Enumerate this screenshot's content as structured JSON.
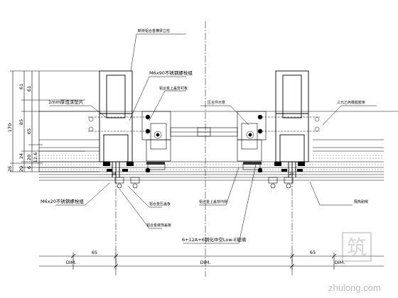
{
  "dimensions": {
    "vertical_outer": [
      "170",
      "26"
    ],
    "vertical_inner": [
      "61",
      "85",
      "24",
      "20"
    ],
    "vertical_segments": [
      "61",
      "65",
      "20",
      "12.6",
      "6"
    ],
    "horizontal_bottom": [
      "65",
      "65"
    ],
    "dim_labels": [
      "DIM.",
      "DIM.",
      "DIM."
    ],
    "small_marks": [
      "28",
      "28"
    ]
  },
  "callouts": {
    "top_center": "断桥铝合金横梁立柱",
    "m6x90": "M6x90不锈钢螺栓组",
    "alu_strip": "铝合金上盖背衬板",
    "pad_1mm": "1mm厚泡沫垫片",
    "top_right_a": "压合件示意",
    "top_right_b": "三元乙丙橡胶胶条",
    "m6x20": "M6x20不锈钢螺栓组",
    "alu_cover": "铝合金压盖板",
    "alu_inner": "铝合金上盖背内侧",
    "glass": "6+12A+6钢化中空Low-E玻璃",
    "alu_outer_cap": "铝合金装饰盖板",
    "seal_right": "隔热耐候"
  },
  "watermark": {
    "site": "zhulong.com",
    "glyph": "筑"
  }
}
